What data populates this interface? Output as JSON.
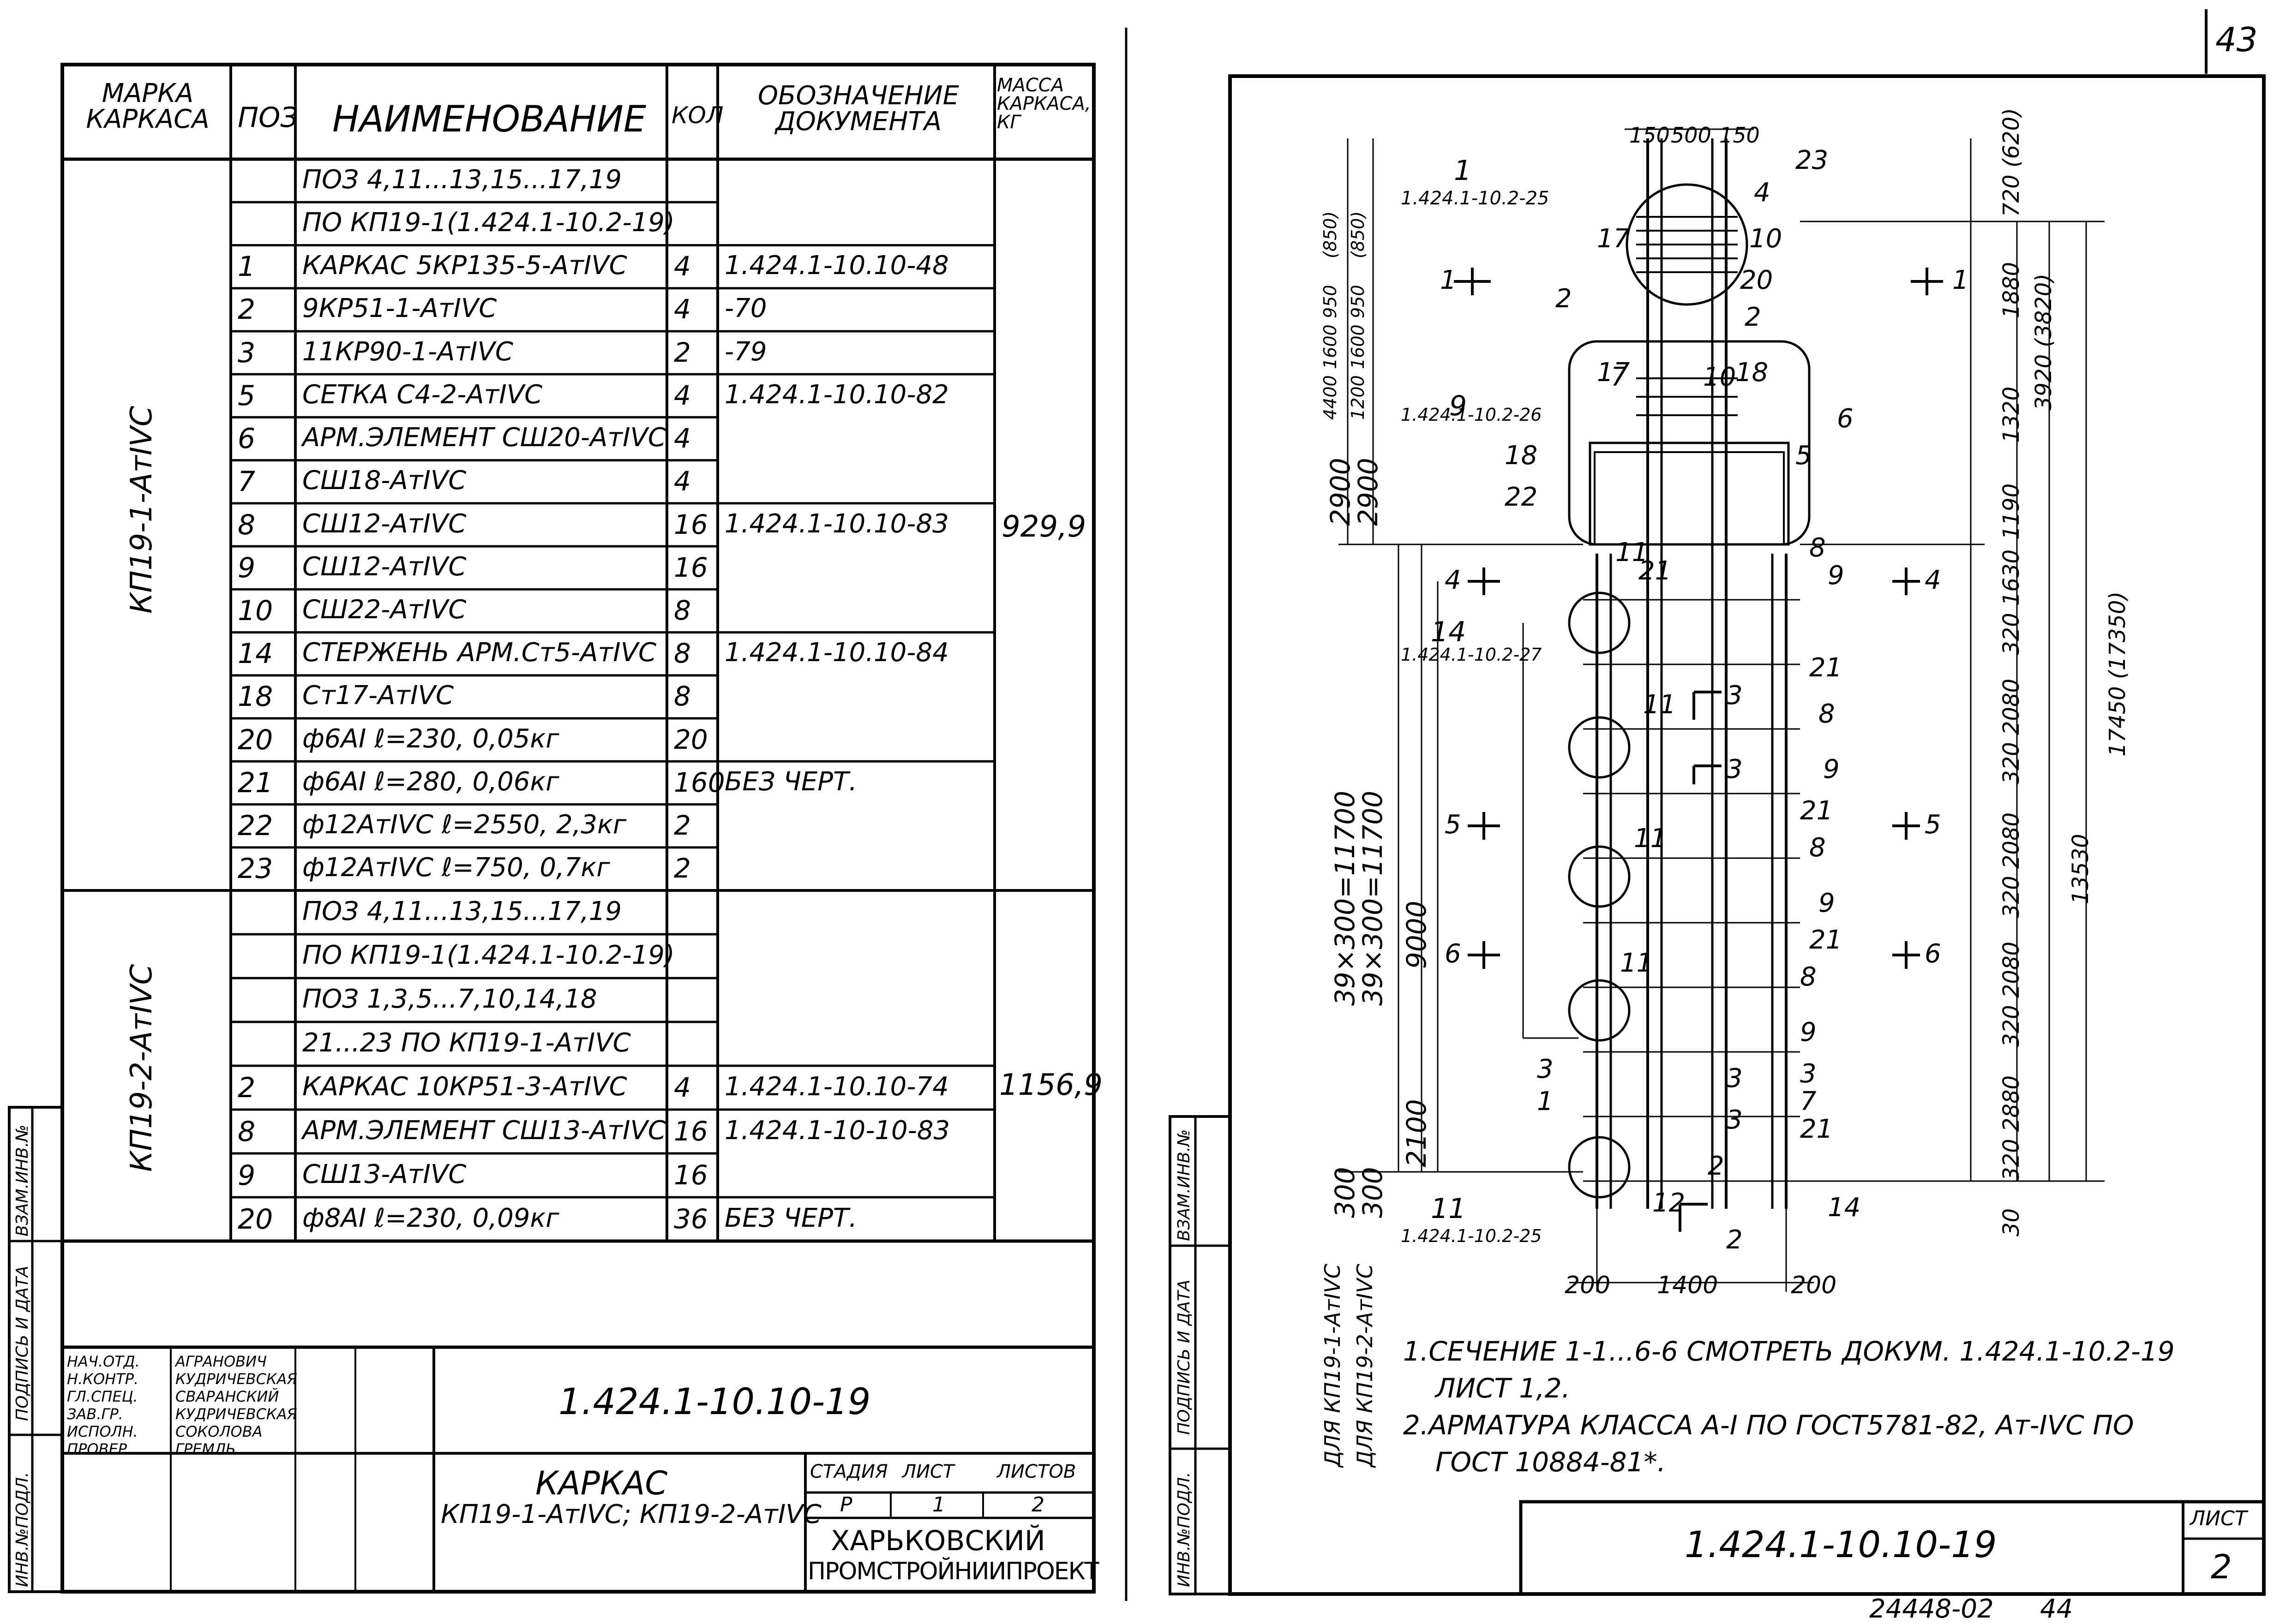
{
  "page_number": "43",
  "archive_number": "24448-02",
  "archive_page": "44",
  "left_sheet": {
    "spec_table": {
      "headers": {
        "mark": "МАРКА КАРКАСА",
        "pos": "ПОЗ",
        "name": "НАИМЕНОВАНИЕ",
        "qty": "КОЛ",
        "doc": "ОБОЗНАЧЕНИЕ ДОКУМЕНТА",
        "mass": "МАССА КАРКАСА, КГ"
      },
      "groups": [
        {
          "mark": "КП19-1-АтIVС",
          "mass": "929,9",
          "rows": [
            {
              "pos": "",
              "name": "ПОЗ 4,11...13,15...17,19",
              "qty": "",
              "doc": ""
            },
            {
              "pos": "",
              "name": "ПО КП19-1(1.424.1-10.2-19)",
              "qty": "",
              "doc": ""
            },
            {
              "pos": "1",
              "name": "КАРКАС 5КР135-5-АтIVС",
              "qty": "4",
              "doc": "1.424.1-10.10-48"
            },
            {
              "pos": "2",
              "name": "9КР51-1-АтIVС",
              "qty": "4",
              "doc": "-70"
            },
            {
              "pos": "3",
              "name": "11КР90-1-АтIVС",
              "qty": "2",
              "doc": "-79"
            },
            {
              "pos": "5",
              "name": "СЕТКА С4-2-АтIVС",
              "qty": "4",
              "doc": "1.424.1-10.10-82"
            },
            {
              "pos": "6",
              "name": "АРМ.ЭЛЕМЕНТ СШ20-АтIVС",
              "qty": "4",
              "doc": ""
            },
            {
              "pos": "7",
              "name": "СШ18-АтIVС",
              "qty": "4",
              "doc": ""
            },
            {
              "pos": "8",
              "name": "СШ12-АтIVС",
              "qty": "16",
              "doc": "1.424.1-10.10-83"
            },
            {
              "pos": "9",
              "name": "СШ12-АтIVС",
              "qty": "16",
              "doc": ""
            },
            {
              "pos": "10",
              "name": "СШ22-АтIVС",
              "qty": "8",
              "doc": ""
            },
            {
              "pos": "14",
              "name": "СТЕРЖЕНЬ АРМ.Ст5-АтIVС",
              "qty": "8",
              "doc": "1.424.1-10.10-84"
            },
            {
              "pos": "18",
              "name": "Ст17-АтIVС",
              "qty": "8",
              "doc": ""
            },
            {
              "pos": "20",
              "name": "ф6АI ℓ=230, 0,05кг",
              "qty": "20",
              "doc": ""
            },
            {
              "pos": "21",
              "name": "ф6АI ℓ=280, 0,06кг",
              "qty": "160",
              "doc": "БЕЗ ЧЕРТ."
            },
            {
              "pos": "22",
              "name": "ф12АтIVС ℓ=2550, 2,3кг",
              "qty": "2",
              "doc": ""
            },
            {
              "pos": "23",
              "name": "ф12АтIVС ℓ=750, 0,7кг",
              "qty": "2",
              "doc": ""
            }
          ]
        },
        {
          "mark": "КП19-2-АтIVС",
          "mass": "1156,9",
          "rows": [
            {
              "pos": "",
              "name": "ПОЗ 4,11...13,15...17,19",
              "qty": "",
              "doc": ""
            },
            {
              "pos": "",
              "name": "ПО КП19-1(1.424.1-10.2-19)",
              "qty": "",
              "doc": ""
            },
            {
              "pos": "",
              "name": "ПОЗ 1,3,5...7,10,14,18",
              "qty": "",
              "doc": ""
            },
            {
              "pos": "",
              "name": "21...23 ПО КП19-1-АтIVС",
              "qty": "",
              "doc": ""
            },
            {
              "pos": "2",
              "name": "КАРКАС 10КР51-3-АтIVС",
              "qty": "4",
              "doc": "1.424.1-10.10-74"
            },
            {
              "pos": "8",
              "name": "АРМ.ЭЛЕМЕНТ СШ13-АтIVС",
              "qty": "16",
              "doc": "1.424.1-10-10-83"
            },
            {
              "pos": "9",
              "name": "СШ13-АтIVС",
              "qty": "16",
              "doc": ""
            },
            {
              "pos": "20",
              "name": "ф8АI ℓ=230, 0,09кг",
              "qty": "36",
              "doc": "БЕЗ ЧЕРТ."
            }
          ]
        }
      ]
    },
    "side_stamp": [
      "ИНВ.№ПОДЛ.",
      "ПОДПИСЬ И ДАТА",
      "ВЗАМ.ИНВ.№"
    ],
    "title_block": {
      "code": "1.424.1-10.10-19",
      "roles": [
        {
          "role": "НАЧ.ОТД.",
          "name": "АГРАНОВИЧ"
        },
        {
          "role": "Н.КОНТР.",
          "name": "КУДРИЧЕВСКАЯ"
        },
        {
          "role": "ГЛ.СПЕЦ.",
          "name": "СВАРАНСКИЙ"
        },
        {
          "role": "ЗАВ.ГР.",
          "name": "КУДРИЧЕВСКАЯ"
        },
        {
          "role": "ИСПОЛН.",
          "name": "СОКОЛОВА"
        },
        {
          "role": "ПРОВЕР.",
          "name": "ГРЕМЛЬ"
        }
      ],
      "title_line1": "КАРКАС",
      "title_line2": "КП19-1-АтIVС; КП19-2-АтIVС",
      "stage_label": "СТАДИЯ",
      "sheet_label": "ЛИСТ",
      "sheets_label": "ЛИСТОВ",
      "stage": "Р",
      "sheet": "1",
      "sheets": "2",
      "org_line1": "ХАРЬКОВСКИЙ",
      "org_line2": "ПРОМСТРОЙНИИПРОЕКТ"
    }
  },
  "right_sheet": {
    "side_stamp": [
      "ИНВ.№ПОДЛ.",
      "ПОДПИСЬ И ДАТА",
      "ВЗАМ.ИНВ.№"
    ],
    "drawing": {
      "top_dims": [
        "150",
        "500",
        "150"
      ],
      "bottom_dims": [
        "200",
        "1400",
        "200"
      ],
      "left_dims": [
        "2900",
        "2900",
        "9000",
        "2100",
        "39×300=11700",
        "39×300=11700",
        "300",
        "300"
      ],
      "left_top_dims": [
        "(850)",
        "(850)",
        "950",
        "950",
        "1600",
        "1600",
        "4400",
        "1200"
      ],
      "right_dims": [
        "720 (620)",
        "1880",
        "1320",
        "1190",
        "320 1630",
        "320 2080",
        "320 2080",
        "320 2080",
        "320 2880",
        "30",
        "3920 (3820)",
        "13530",
        "17450 (17350)"
      ],
      "refs": [
        {
          "num": "1",
          "doc": "1.424.1-10.2-25"
        },
        {
          "num": "9",
          "doc": "1.424.1-10.2-26"
        },
        {
          "num": "14",
          "doc": "1.424.1-10.2-27"
        },
        {
          "num": "11",
          "doc": "1.424.1-10.2-25"
        }
      ],
      "position_labels": [
        "23",
        "4",
        "10",
        "20",
        "2",
        "17",
        "2",
        "7",
        "18",
        "6",
        "5",
        "18",
        "22",
        "11",
        "21",
        "8",
        "9",
        "21",
        "8",
        "11",
        "9",
        "21",
        "8",
        "11",
        "9",
        "21",
        "8",
        "11",
        "9",
        "3",
        "7",
        "21",
        "3",
        "1",
        "14",
        "12",
        "10",
        "17"
      ],
      "sections": [
        "1",
        "1",
        "4",
        "4",
        "3",
        "3",
        "5",
        "5",
        "6",
        "6",
        "3",
        "3",
        "2",
        "2"
      ],
      "mark_labels": [
        "ДЛЯ КП19-1-АтIVС",
        "ДЛЯ КП19-2-АтIVС"
      ]
    },
    "notes": [
      "1.СЕЧЕНИЕ 1-1...6-6 СМОТРЕТЬ ДОКУМ. 1.424.1-10.2-19",
      "ЛИСТ 1,2.",
      "2.АРМАТУРА КЛАССА А-I ПО ГОСТ5781-82, Ат-IVС ПО",
      "ГОСТ 10884-81*."
    ],
    "title_block": {
      "code": "1.424.1-10.10-19",
      "sheet_label": "ЛИСТ",
      "sheet": "2"
    }
  }
}
